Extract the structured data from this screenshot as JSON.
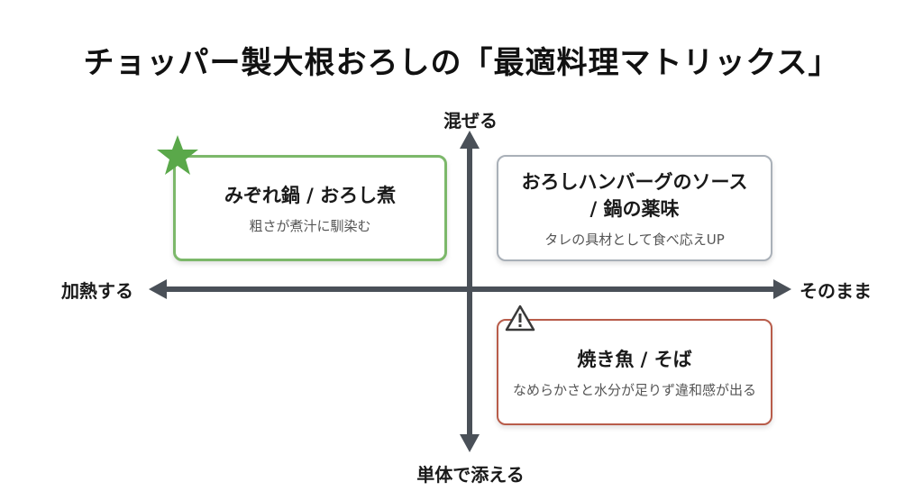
{
  "title": "チョッパー製大根おろしの「最適料理マトリックス」",
  "axes": {
    "top": "混ぜる",
    "bottom": "単体で添える",
    "left": "加熱する",
    "right": "そのまま"
  },
  "quadrants": {
    "top_left": {
      "title": "みぞれ鍋 / おろし煮",
      "subtitle": "粗さが煮汁に馴染む",
      "icon": "star-icon",
      "accent": "#7cb86a"
    },
    "top_right": {
      "title_line1": "おろしハンバーグのソース",
      "title_line2": "/ 鍋の薬味",
      "subtitle": "タレの具材として食べ応えUP",
      "accent": "#a9b0b8"
    },
    "bottom_right": {
      "title": "焼き魚 / そば",
      "subtitle": "なめらかさと水分が足りず違和感が出る",
      "icon": "warning-icon",
      "accent": "#b85c4a"
    }
  },
  "colors": {
    "axis": "#4a5058",
    "star": "#5aa84a"
  }
}
